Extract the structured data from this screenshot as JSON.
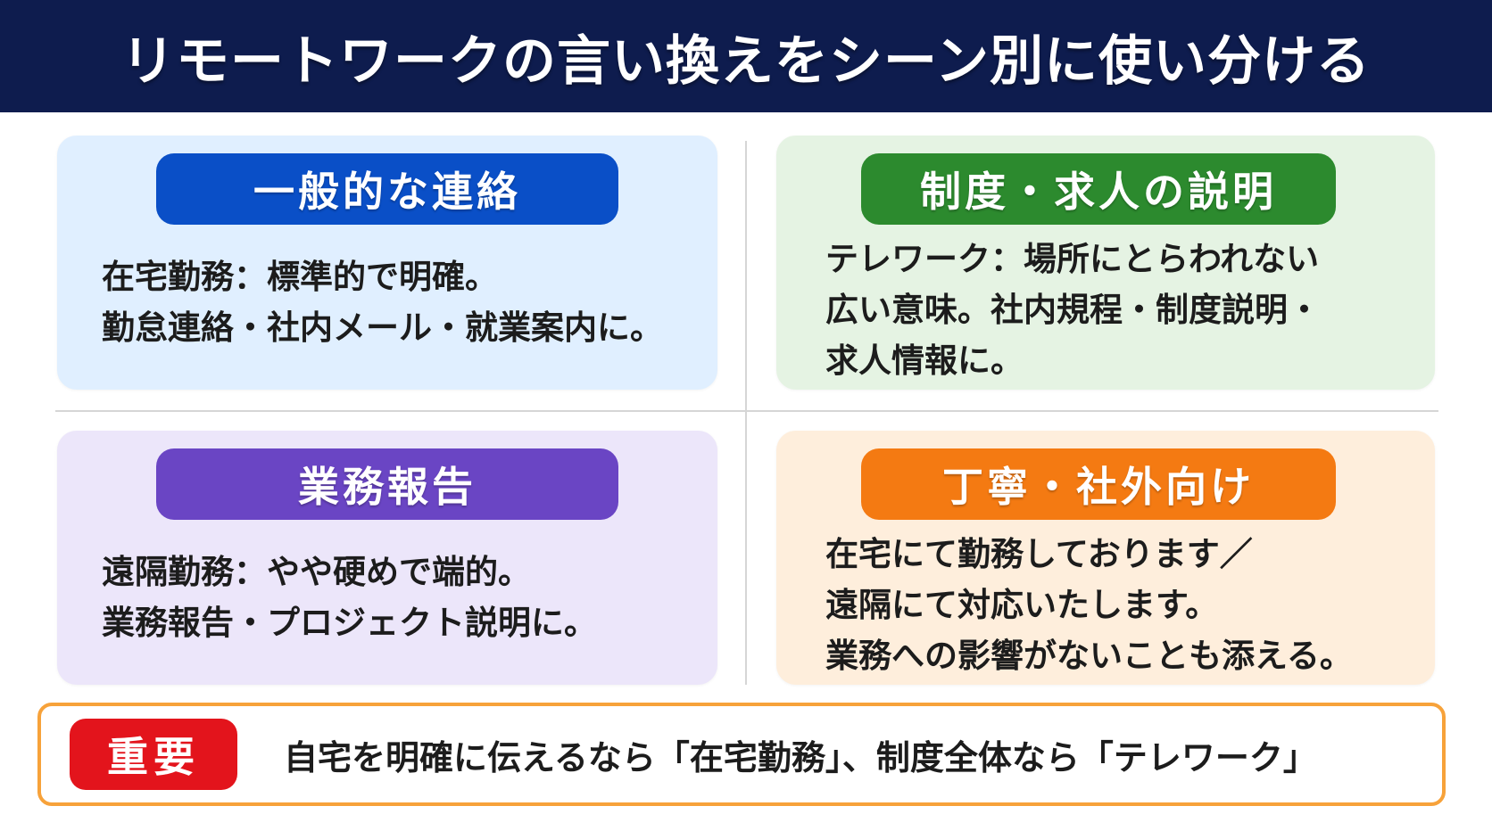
{
  "title": "リモートワークの言い換えをシーン別に使い分ける",
  "colors": {
    "header_bg": "#0e1c4e",
    "card1_pill": "#0a4fc7",
    "card2_pill": "#2c8a2e",
    "card3_pill": "#6a45c4",
    "card4_pill": "#f47a12",
    "important_badge": "#e3141c",
    "important_border": "#f7a23a"
  },
  "cards": [
    {
      "heading": "一般的な連絡",
      "lines": [
        "在宅勤務：標準的で明確。",
        "勤怠連絡・社内メール・就業案内に。"
      ]
    },
    {
      "heading": "制度・求人の説明",
      "lines": [
        "テレワーク：場所にとらわれない",
        "広い意味。社内規程・制度説明・",
        "求人情報に。"
      ]
    },
    {
      "heading": "業務報告",
      "lines": [
        "遠隔勤務：やや硬めで端的。",
        "業務報告・プロジェクト説明に。"
      ]
    },
    {
      "heading": "丁寧・社外向け",
      "lines": [
        "在宅にて勤務しております／",
        "遠隔にて対応いたします。",
        "業務への影響がないことも添える。"
      ]
    }
  ],
  "important": {
    "badge": "重要",
    "text": "自宅を明確に伝えるなら「在宅勤務」、制度全体なら「テレワーク」"
  }
}
